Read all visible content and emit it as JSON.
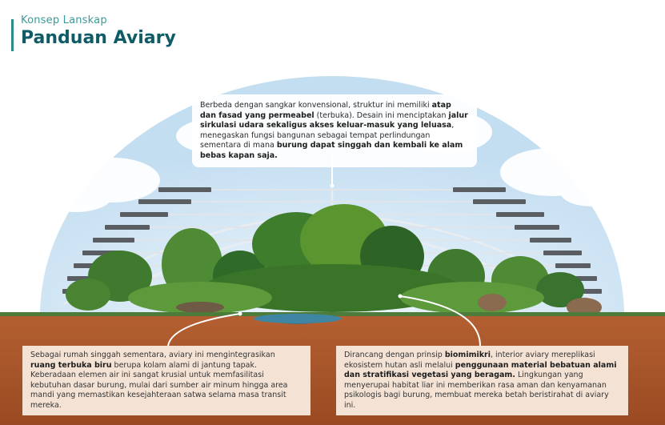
{
  "header": {
    "kicker": "Konsep Lanskap",
    "title": "Panduan Aviary"
  },
  "colors": {
    "accent": "#2f8a8a",
    "title": "#0f5c66",
    "soil": "#a9542a",
    "sky": "#cfe6f5",
    "foliage": "#3b7a2e"
  },
  "callouts": {
    "top": {
      "p1": "Berbeda dengan sangkar konvensional, struktur ini memiliki ",
      "b1": "atap dan fasad yang permeabel",
      "p2": " (terbuka). Desain ini menciptakan ",
      "b2": "jalur sirkulasi udara sekaligus akses keluar-masuk yang leluasa",
      "p3": ", menegaskan fungsi bangunan sebagai tempat perlindungan sementara di mana ",
      "b3": "burung dapat singgah dan kembali ke alam bebas kapan saja."
    },
    "left": {
      "p1": "Sebagai rumah singgah sementara, aviary ini mengintegrasikan ",
      "b1": "ruang terbuka biru",
      "p2": " berupa kolam alami di jantung tapak. Keberadaan elemen air ini sangat krusial untuk memfasilitasi kebutuhan dasar burung, mulai dari sumber air minum hingga area mandi yang memastikan kesejahteraan satwa selama masa transit mereka."
    },
    "right": {
      "p1": "Dirancang dengan prinsip ",
      "b1": "biomimikri",
      "p2": ", interior aviary mereplikasi ekosistem hutan asli melalui ",
      "b2": "penggunaan material bebatuan alami dan stratifikasi vegetasi yang beragam.",
      "p3": " Lingkungan yang menyerupai habitat liar ini memberikan rasa aman dan kenyamanan psikologis bagi burung, membuat mereka betah beristirahat di aviary ini."
    }
  }
}
